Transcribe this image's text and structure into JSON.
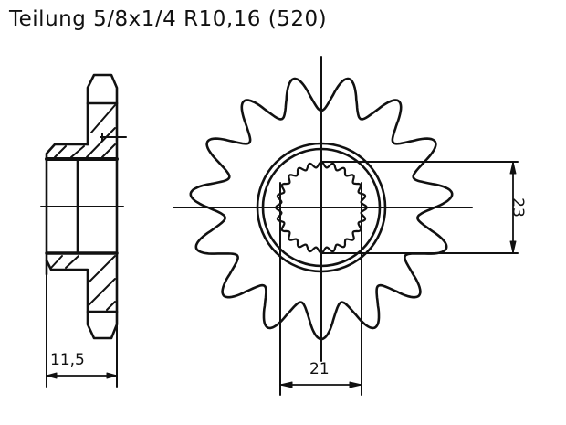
{
  "title": "Teilung 5/8x1/4 R10,16 (520)",
  "drawing": {
    "side_view": {
      "width_label": "11,5"
    },
    "front_view": {
      "teeth_count": 15,
      "spline_teeth_count": 24,
      "spline_width_label": "21",
      "spline_height_label": "23"
    }
  },
  "colors": {
    "ink": "#111111",
    "background": "#ffffff"
  }
}
